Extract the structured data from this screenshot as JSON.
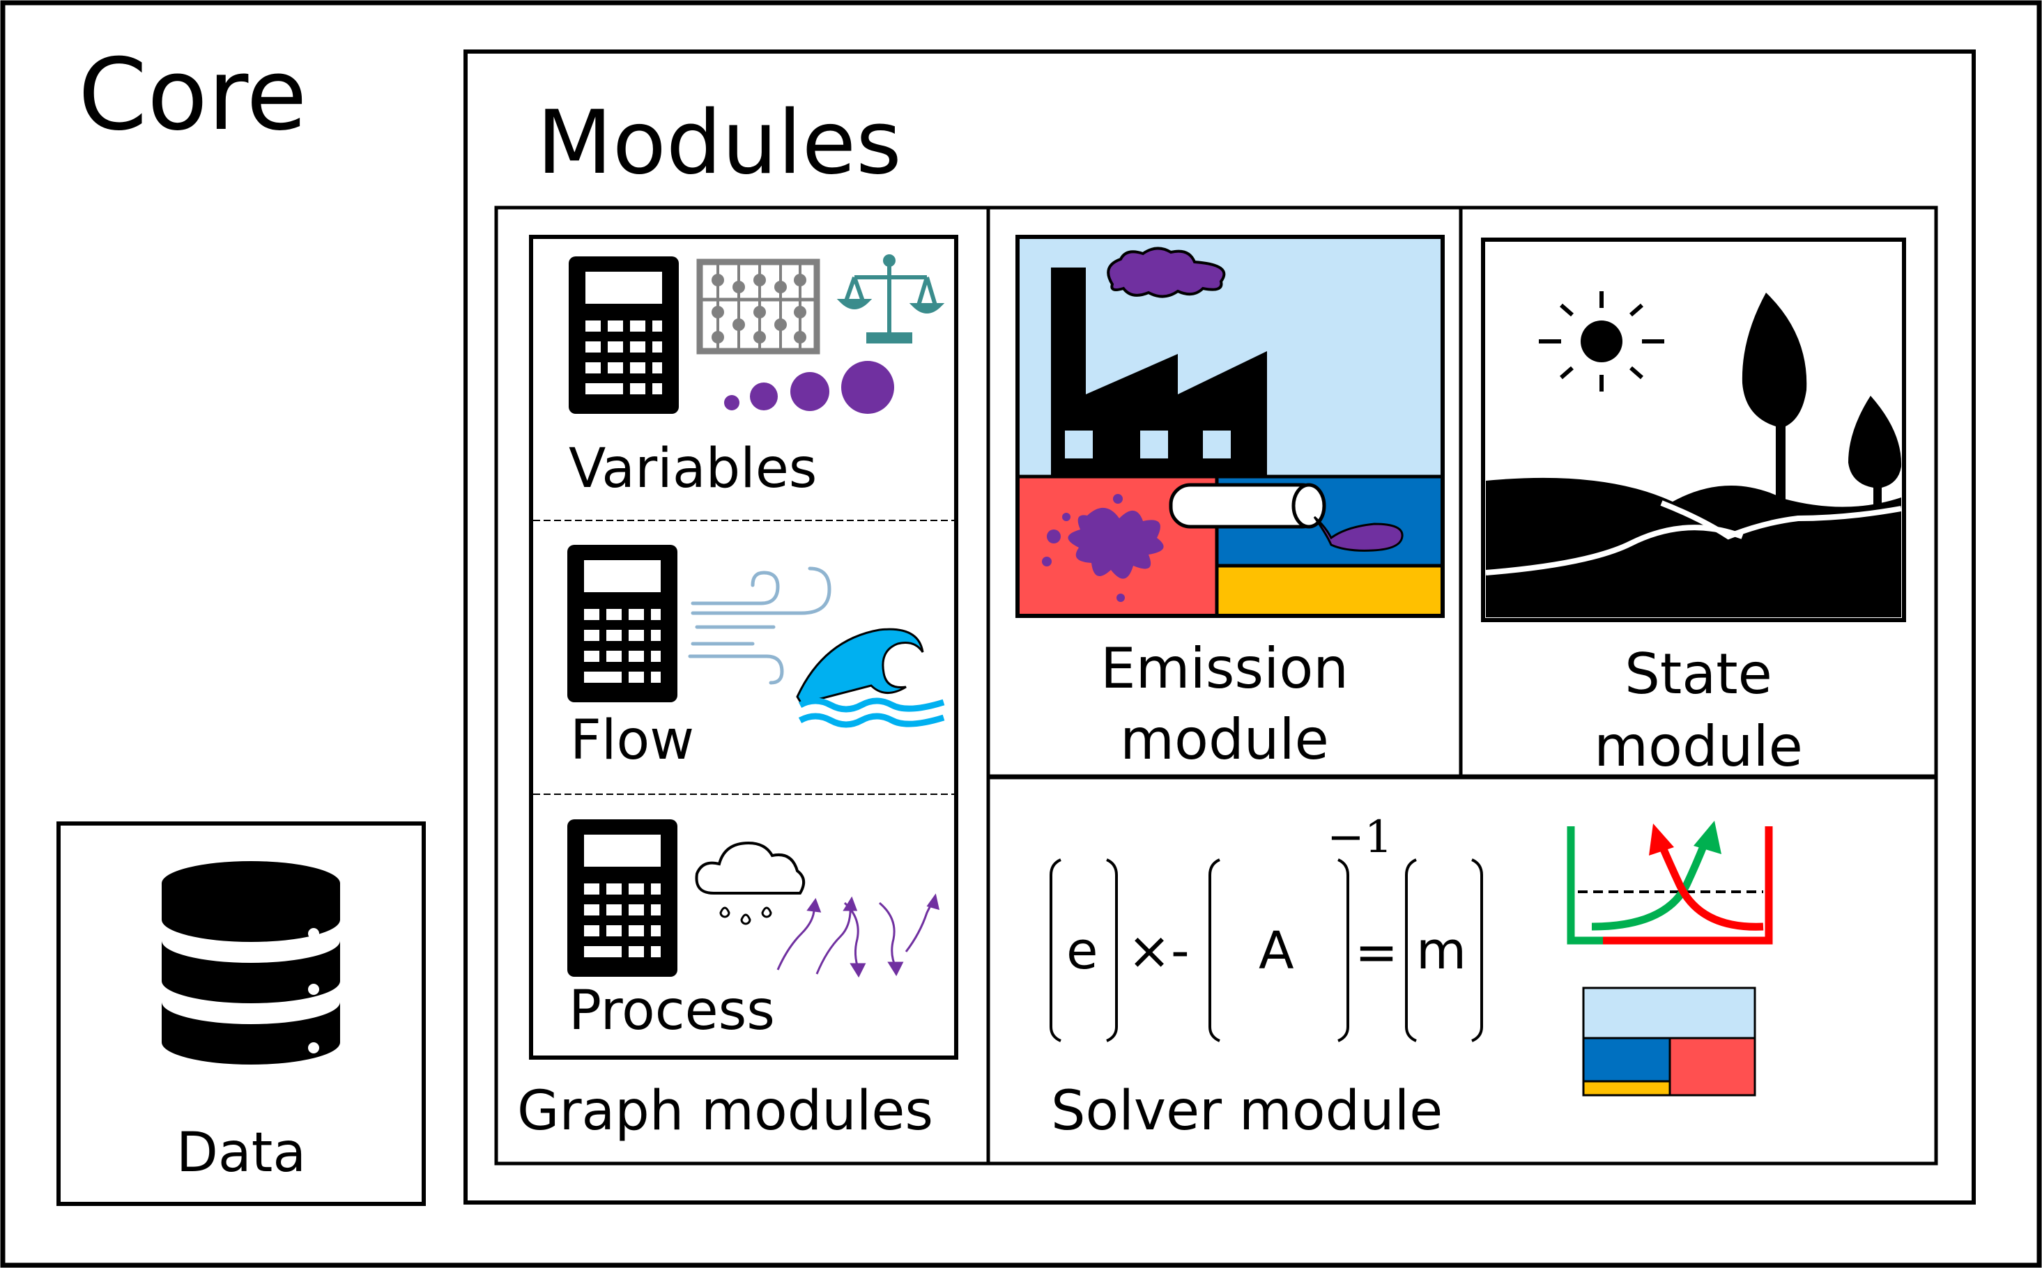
{
  "core": {
    "title": "Core"
  },
  "data_box": {
    "label": "Data",
    "icon": "database-icon"
  },
  "modules": {
    "title": "Modules"
  },
  "graph_modules": {
    "label": "Graph modules",
    "items": [
      {
        "label": "Variables",
        "icons": [
          "calculator-icon",
          "abacus-icon",
          "scales-icon",
          "dots-icon"
        ]
      },
      {
        "label": "Flow",
        "icons": [
          "calculator-icon",
          "wind-icon",
          "wave-icon"
        ]
      },
      {
        "label": "Process",
        "icons": [
          "calculator-icon",
          "rain-cloud-icon",
          "arrows-icon"
        ]
      }
    ]
  },
  "emission_module": {
    "label_line1": "Emission",
    "label_line2": "module",
    "icon": "factory-pollution-icon"
  },
  "state_module": {
    "label_line1": "State",
    "label_line2": "module",
    "icon": "landscape-icon"
  },
  "solver_module": {
    "label": "Solver module",
    "equation": {
      "e": "e",
      "times": "×-",
      "A": "A",
      "exponent": "−1",
      "equals": "=",
      "m": "m"
    },
    "icons": [
      "optimization-chart-icon",
      "compartment-grid-icon"
    ]
  },
  "colors": {
    "sky": "#c5e4f9",
    "water": "#0070c0",
    "soil_red": "#ff5050",
    "sediment": "#ffc000",
    "purple": "#7030a0",
    "abacus_gray": "#808080",
    "scales_teal": "#3a8c8c",
    "wave_blue": "#00b0f0",
    "wind_outline": "#8fb4d0",
    "green": "#00b050",
    "red": "#ff0000"
  }
}
